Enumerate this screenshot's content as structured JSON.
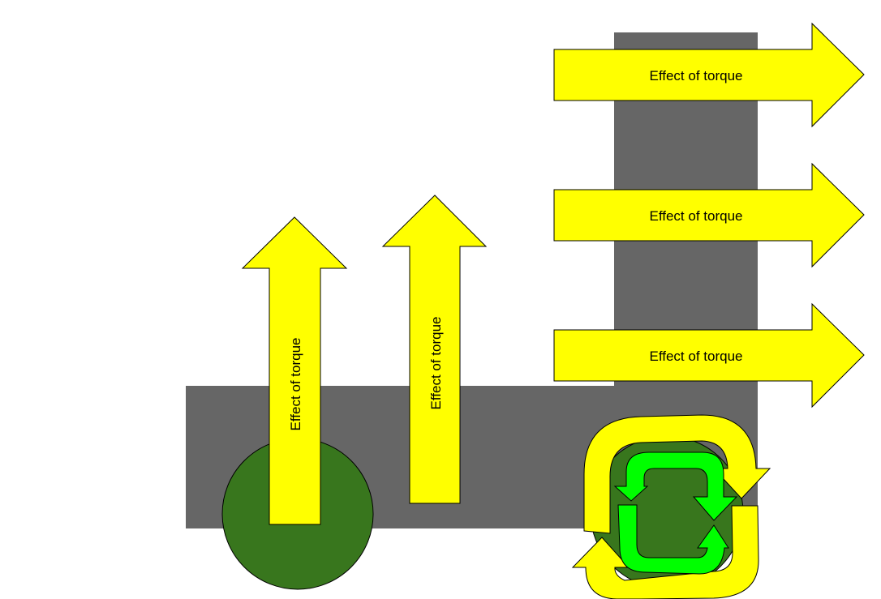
{
  "labels": {
    "arrow_right_1": "Effect of torque",
    "arrow_right_2": "Effect of torque",
    "arrow_right_3": "Effect of torque",
    "arrow_up_1": "Effect of torque",
    "arrow_up_2": "Effect of torque"
  },
  "colors": {
    "bar": "#666666",
    "wheel": "#38761d",
    "arrow": "#ffff00",
    "rotation_inner": "#00ff00",
    "outline": "#000000"
  }
}
